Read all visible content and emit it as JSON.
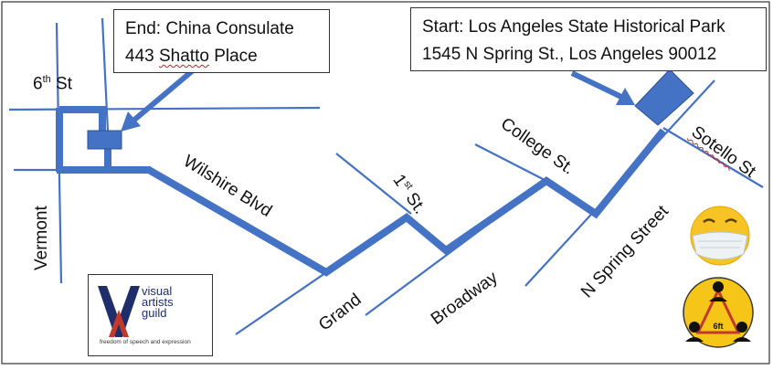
{
  "end_box": {
    "line1": "End: China Consulate",
    "line2_prefix": "443 ",
    "line2_name": "Shatto",
    "line2_suffix": " Place"
  },
  "start_box": {
    "line1": "Start: Los Angeles State Historical Park",
    "line2": "1545 N Spring St., Los Angeles 90012"
  },
  "streets": {
    "sixth": {
      "num": "6",
      "sup": "th",
      "name": " St"
    },
    "vermont": "Vermont",
    "wilshire": "Wilshire Blvd",
    "first": {
      "num": "1",
      "sup": "st",
      "name": " St."
    },
    "college": "College St.",
    "sotello": {
      "name": "Sotello",
      "suffix": " St"
    },
    "grand": "Grand",
    "broadway": "Broadway",
    "spring": "N Spring Street"
  },
  "logo": {
    "line1": "visual",
    "line2": "artists",
    "line3": "guild",
    "tagline": "freedom of speech and expression"
  },
  "distance_label": "6ft",
  "colors": {
    "route": "#4472c4",
    "street": "#4472c4",
    "badge": "#f5c518",
    "logo_red": "#c0392b",
    "logo_navy": "#1f2d6b"
  }
}
